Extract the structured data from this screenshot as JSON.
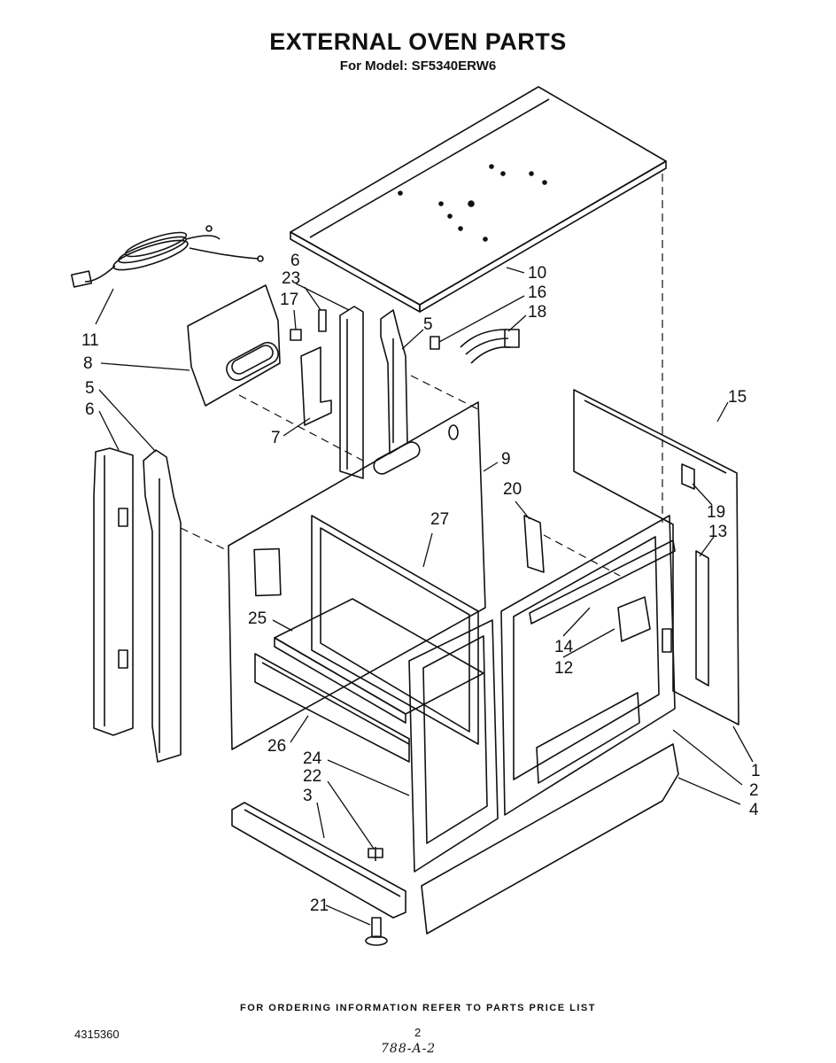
{
  "header": {
    "title": "EXTERNAL OVEN PARTS",
    "subtitle": "For Model: SF5340ERW6"
  },
  "footer": {
    "note": "FOR ORDERING INFORMATION REFER TO PARTS PRICE LIST",
    "doc_number": "4315360",
    "page_number": "2",
    "handwritten_code": "788-A-2"
  },
  "callouts": {
    "c1": "1",
    "c2": "2",
    "c3": "3",
    "c4": "4",
    "c5a": "5",
    "c5b": "5",
    "c6a": "6",
    "c6b": "6",
    "c7": "7",
    "c8": "8",
    "c9": "9",
    "c10": "10",
    "c11": "11",
    "c12": "12",
    "c13": "13",
    "c14": "14",
    "c15": "15",
    "c16": "16",
    "c17": "17",
    "c18": "18",
    "c19": "19",
    "c20": "20",
    "c21": "21",
    "c22": "22",
    "c23": "23",
    "c24": "24",
    "c25": "25",
    "c26": "26",
    "c27": "27"
  }
}
